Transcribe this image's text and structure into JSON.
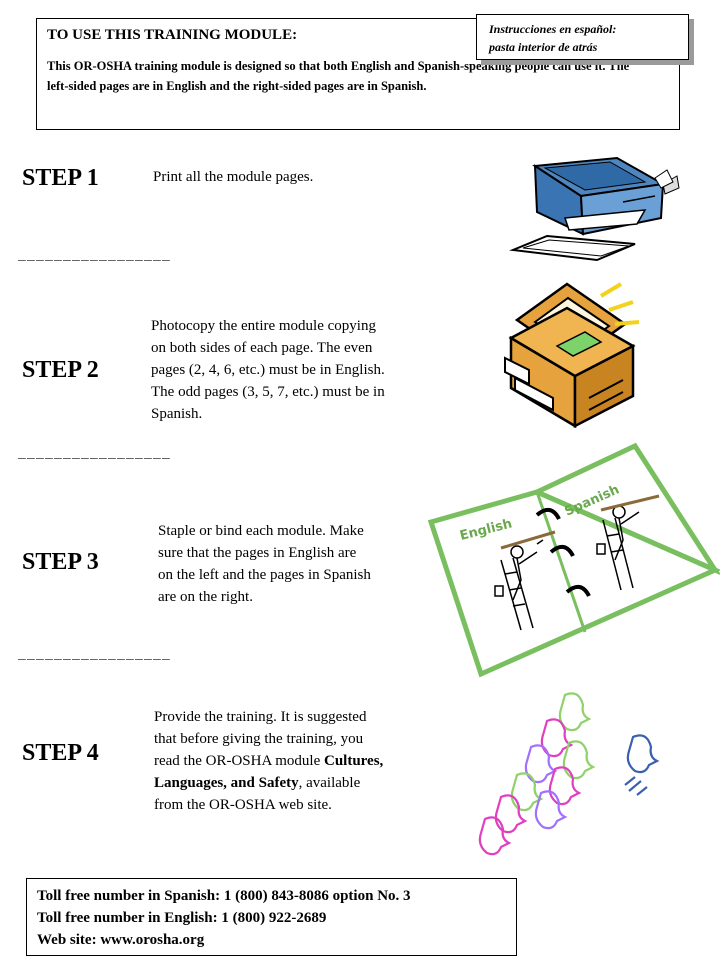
{
  "intro": {
    "heading": "TO USE THIS TRAINING MODULE:",
    "body": "This OR-OSHA training module is designed so that both English and Spanish-speaking people can use it.  The left-sided pages are in English and the right-sided pages are in Spanish."
  },
  "spanish_note": {
    "line1": "Instrucciones en español:",
    "line2": "pasta interior de atrás"
  },
  "steps": [
    {
      "label": "STEP 1",
      "text": "Print all the module pages."
    },
    {
      "label": "STEP 2",
      "text_lines": [
        "Photocopy the entire module copying",
        "on both sides of each page.  The even",
        "pages (2, 4, 6, etc.) must be in English.",
        "The odd pages (3, 5, 7, etc.) must be in",
        "Spanish."
      ]
    },
    {
      "label": "STEP 3",
      "text_lines": [
        "Staple or bind each module.  Make",
        "sure that the pages in English are",
        "on the left and the pages in Spanish",
        "are on the right."
      ]
    },
    {
      "label": "STEP 4",
      "line1": "Provide the training.  It is suggested",
      "line2": "that before giving the training, you",
      "line3_pre": "read the OR-OSHA module ",
      "line3_bold": "Cultures,",
      "line4_bold": "Languages, and Safety",
      "line4_post": ", available",
      "line5": "from the OR-OSHA web site."
    }
  ],
  "divider": "_________________",
  "book_labels": {
    "left": "English",
    "right": "Spanish"
  },
  "contact": {
    "line1": "Toll free number in Spanish: 1 (800) 843-8086 option No. 3",
    "line2": "Toll free number in English: 1 (800) 922-2689",
    "line3": "Web site:  www.orosha.org"
  },
  "icons": [
    "printer-icon",
    "photocopier-icon",
    "bilingual-book-icon",
    "diverse-people-icon"
  ]
}
